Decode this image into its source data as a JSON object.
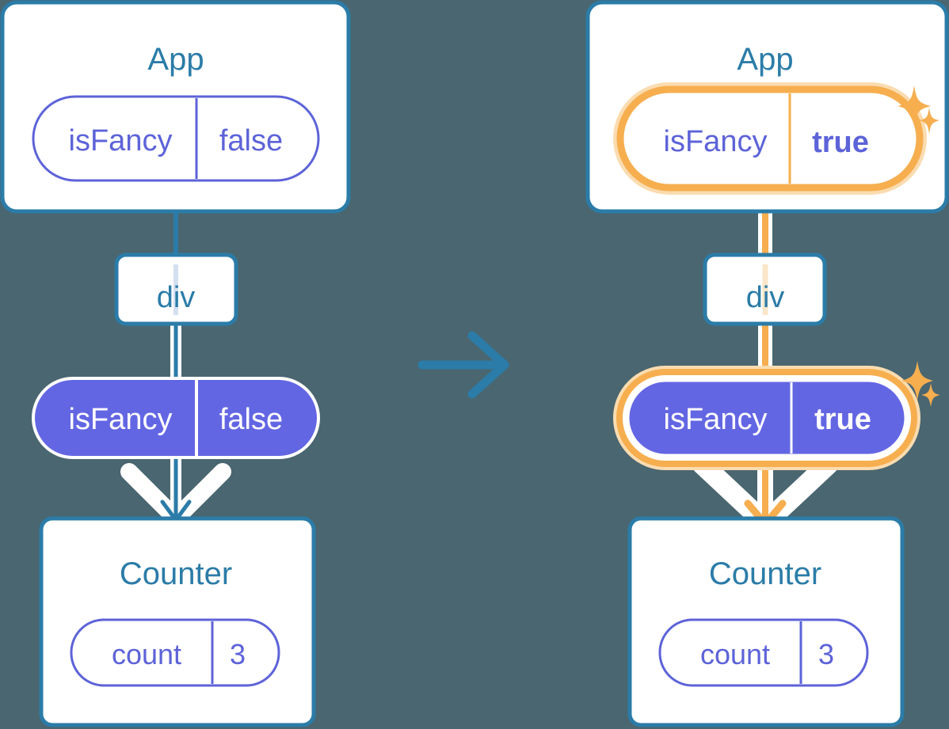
{
  "meta": {
    "title": "React state propagation diagram: isFancy false to true",
    "background_color": "#4a6670"
  },
  "colors": {
    "box_border": "#2b7ca8",
    "box_fill": "#ffffff",
    "component_label": "#2b7ca8",
    "pill_outline": "#5d63d8",
    "pill_text": "#5d63d8",
    "pill_filled_bg": "#6366e3",
    "pill_filled_text": "#ffffff",
    "highlight_ring": "#f6ae4f",
    "highlight_glow": "#fbdcb0",
    "edge_blue": "#2b7ca8",
    "edge_white": "#ffffff",
    "sparkle": "#f6ae4f"
  },
  "panels": [
    {
      "id": "before",
      "app": {
        "label": "App",
        "state_pill": {
          "name": "isFancy",
          "value": "false",
          "style": "outline",
          "highlighted": false,
          "bold_value": false
        }
      },
      "div": {
        "label": "div"
      },
      "prop_pill": {
        "name": "isFancy",
        "value": "false",
        "style": "filled",
        "highlighted": false,
        "bold_value": false
      },
      "counter": {
        "label": "Counter",
        "state_pill": {
          "name": "count",
          "value": "3",
          "style": "outline",
          "highlighted": false,
          "bold_value": false
        }
      },
      "edge_color": "#2b7ca8",
      "sparkles": false
    },
    {
      "id": "after",
      "app": {
        "label": "App",
        "state_pill": {
          "name": "isFancy",
          "value": "true",
          "style": "outline",
          "highlighted": true,
          "bold_value": true
        }
      },
      "div": {
        "label": "div"
      },
      "prop_pill": {
        "name": "isFancy",
        "value": "true",
        "style": "filled",
        "highlighted": true,
        "bold_value": true
      },
      "counter": {
        "label": "Counter",
        "state_pill": {
          "name": "count",
          "value": "3",
          "style": "outline",
          "highlighted": false,
          "bold_value": false
        }
      },
      "edge_color": "#f6ae4f",
      "sparkles": true
    }
  ],
  "transition": {
    "icon": "arrow-right-icon",
    "direction": "right",
    "color": "#2b7ca8"
  }
}
